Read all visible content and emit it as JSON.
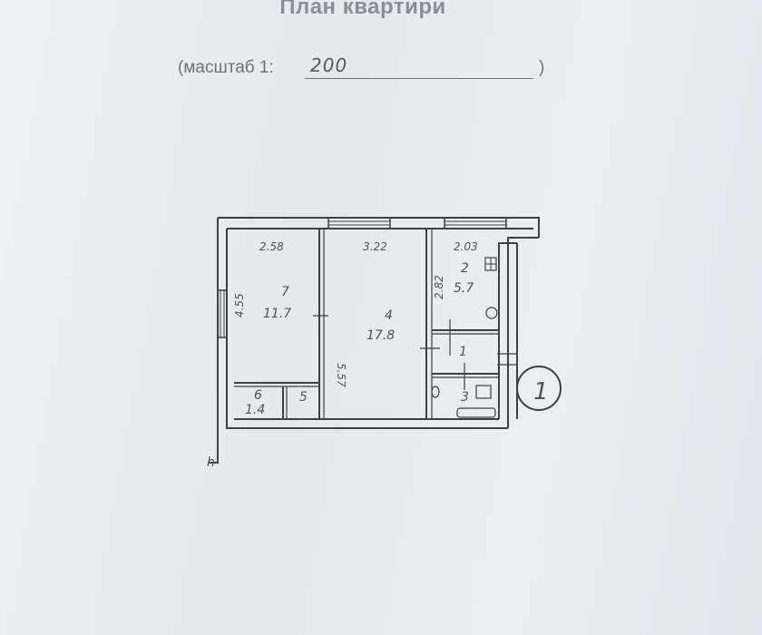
{
  "header": {
    "title": "План квартири",
    "scale_prefix": "(масштаб 1:",
    "scale_value": "200",
    "scale_suffix": ")"
  },
  "plan": {
    "rooms": [
      {
        "number": "7",
        "area": "11.7",
        "width": "2.58",
        "depth": "4.55"
      },
      {
        "number": "4",
        "area": "17.8",
        "width": "3.22",
        "depth": "5.57"
      },
      {
        "number": "2",
        "area": "5.7",
        "width": "2.03",
        "depth": "2.82"
      },
      {
        "number": "1",
        "area": "",
        "width": "",
        "depth": ""
      },
      {
        "number": "6",
        "area": "1.4",
        "width": "",
        "depth": ""
      },
      {
        "number": "5",
        "area": "",
        "width": "",
        "depth": ""
      },
      {
        "number": "3",
        "area": "",
        "width": "",
        "depth": ""
      }
    ],
    "apartment_number": "1",
    "entry_mark": "h"
  }
}
